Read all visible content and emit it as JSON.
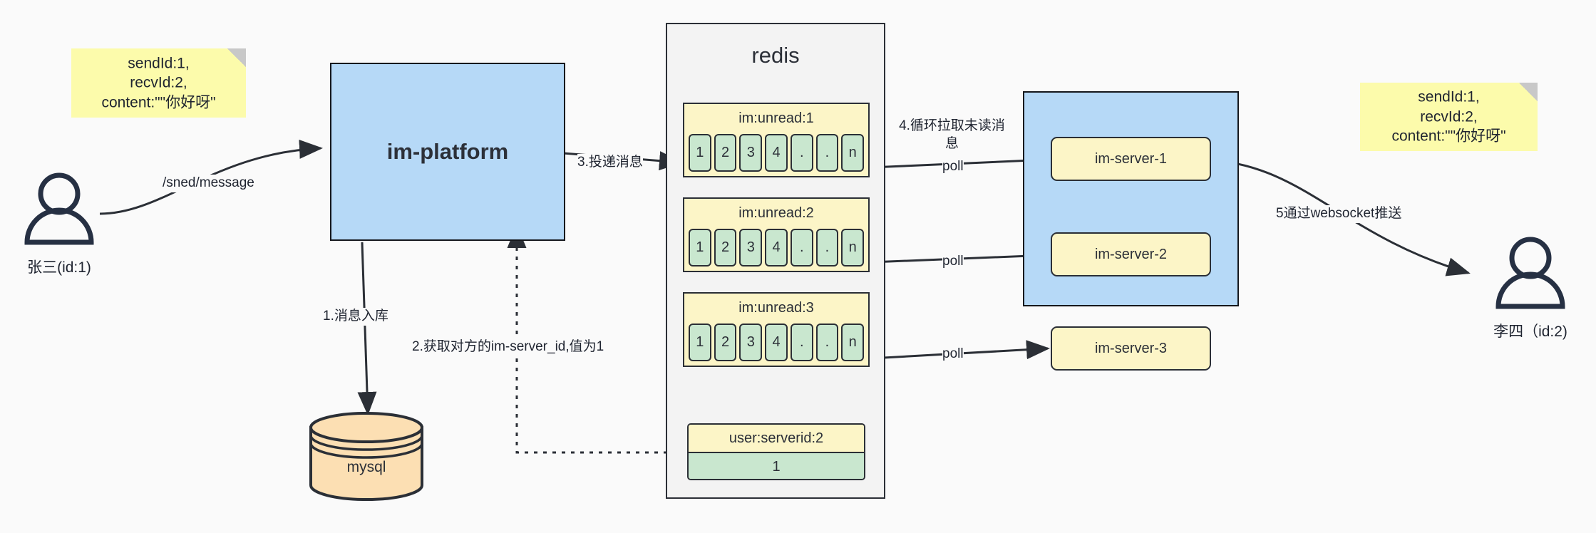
{
  "diagram": {
    "title_redis": "redis",
    "actors": [
      {
        "name": "actor-sender",
        "label": "张三(id:1)"
      },
      {
        "name": "actor-receiver",
        "label": "李四（id:2)"
      }
    ],
    "notes": [
      {
        "name": "note-left",
        "text": "sendId:1,\nrecvId:2,\ncontent:\"\"你好呀\""
      },
      {
        "name": "note-right",
        "text": "sendId:1,\nrecvId:2,\ncontent:\"\"你好呀\""
      }
    ],
    "platform": {
      "label": "im-platform"
    },
    "database": {
      "label": "mysql"
    },
    "queues": [
      {
        "key": "im:unread:1",
        "cells": [
          "1",
          "2",
          "3",
          "4",
          ".",
          ".",
          "n"
        ]
      },
      {
        "key": "im:unread:2",
        "cells": [
          "1",
          "2",
          "3",
          "4",
          ".",
          ".",
          "n"
        ]
      },
      {
        "key": "im:unread:3",
        "cells": [
          "1",
          "2",
          "3",
          "4",
          ".",
          ".",
          "n"
        ]
      }
    ],
    "kv": {
      "key": "user:serverid:2",
      "value": "1"
    },
    "servers": [
      {
        "label": "im-server-1"
      },
      {
        "label": "im-server-2"
      },
      {
        "label": "im-server-3"
      }
    ],
    "edges": [
      {
        "name": "edge-send-message",
        "label": "/sned/message"
      },
      {
        "name": "edge-store-message",
        "label": "1.消息入库"
      },
      {
        "name": "edge-get-serverid",
        "label": "2.获取对方的im-server_id,值为1"
      },
      {
        "name": "edge-deliver-message",
        "label": "3.投递消息"
      },
      {
        "name": "edge-pull-unread",
        "label": "4.循环拉取未读消\n息"
      },
      {
        "name": "edge-poll-1",
        "label": "poll"
      },
      {
        "name": "edge-poll-2",
        "label": "poll"
      },
      {
        "name": "edge-poll-3",
        "label": "poll"
      },
      {
        "name": "edge-websocket-push",
        "label": "5通过websocket推送"
      }
    ],
    "colors": {
      "note": "#fcfbab",
      "blue": "#b6d9f7",
      "yellow": "#fcf5c7",
      "green": "#c9e7cf",
      "orange": "#fcdfb3",
      "stroke": "#2b2f36",
      "background": "#fafafa"
    }
  }
}
